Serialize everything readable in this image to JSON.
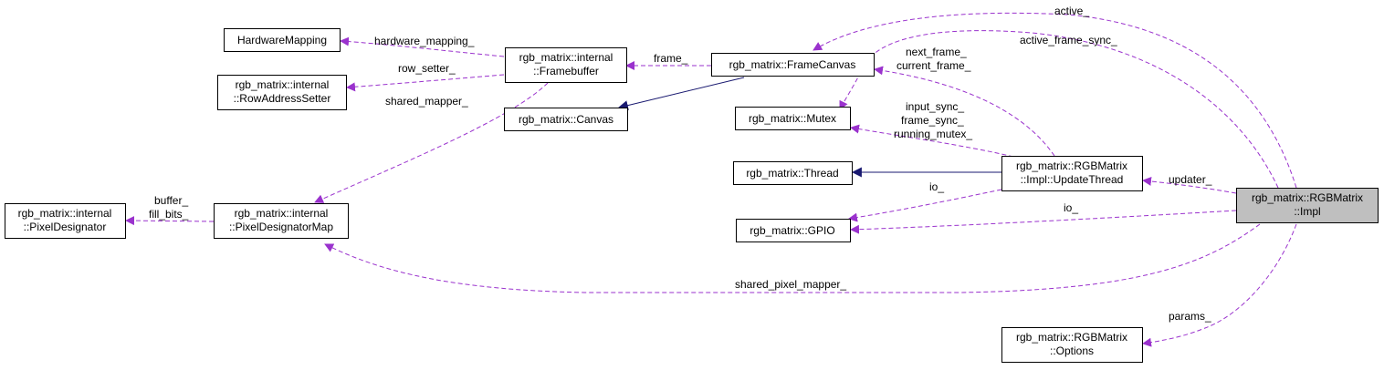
{
  "nodes": {
    "hardware_mapping": [
      "HardwareMapping"
    ],
    "framebuffer": [
      "rgb_matrix::internal",
      "::Framebuffer"
    ],
    "frame_canvas": [
      "rgb_matrix::FrameCanvas"
    ],
    "row_address_setter": [
      "rgb_matrix::internal",
      "::RowAddressSetter"
    ],
    "canvas": [
      "rgb_matrix::Canvas"
    ],
    "mutex": [
      "rgb_matrix::Mutex"
    ],
    "thread": [
      "rgb_matrix::Thread"
    ],
    "update_thread": [
      "rgb_matrix::RGBMatrix",
      "::Impl::UpdateThread"
    ],
    "impl": [
      "rgb_matrix::RGBMatrix",
      "::Impl"
    ],
    "pixel_designator": [
      "rgb_matrix::internal",
      "::PixelDesignator"
    ],
    "pixel_designator_map": [
      "rgb_matrix::internal",
      "::PixelDesignatorMap"
    ],
    "gpio": [
      "rgb_matrix::GPIO"
    ],
    "options": [
      "rgb_matrix::RGBMatrix",
      "::Options"
    ]
  },
  "edge_labels": {
    "active": [
      "active_"
    ],
    "active_frame_sync": [
      "active_frame_sync_"
    ],
    "hardware_mapping": [
      "hardware_mapping_"
    ],
    "frame": [
      "frame_"
    ],
    "row_setter": [
      "row_setter_"
    ],
    "next_current_frame": [
      "next_frame_",
      "current_frame_"
    ],
    "shared_mapper": [
      "shared_mapper_"
    ],
    "mutex_members": [
      "input_sync_",
      "frame_sync_",
      "running_mutex_"
    ],
    "updater": [
      "updater_"
    ],
    "io_thread": [
      "io_"
    ],
    "io_impl": [
      "io_"
    ],
    "buffer_fill_bits": [
      "buffer_",
      "fill_bits_"
    ],
    "shared_pixel_mapper": [
      "shared_pixel_mapper_"
    ],
    "params": [
      "params_"
    ]
  },
  "colors": {
    "usage_edge": "#9a32cd",
    "inheritance_edge": "#191970",
    "focus_node_fill": "#bfbfbf"
  }
}
